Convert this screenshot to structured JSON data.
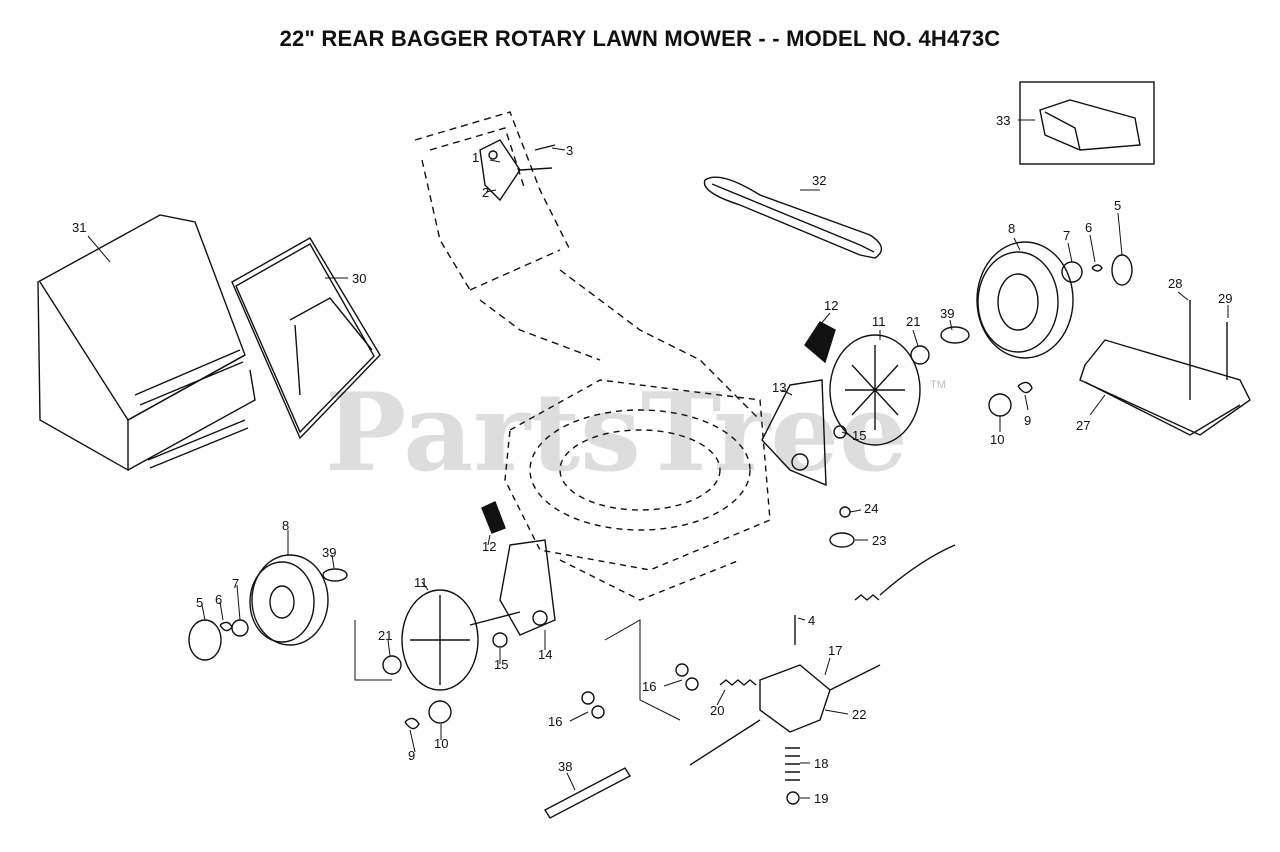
{
  "title": "22\" REAR BAGGER ROTARY LAWN MOWER - - MODEL NO. 4H473C",
  "watermark": "PartsTree",
  "watermark_tm": "TM",
  "callouts": [
    {
      "id": "c1",
      "text": "1"
    },
    {
      "id": "c2",
      "text": "2"
    },
    {
      "id": "c3",
      "text": "3"
    },
    {
      "id": "c4",
      "text": "4"
    },
    {
      "id": "c5a",
      "text": "5"
    },
    {
      "id": "c5b",
      "text": "5"
    },
    {
      "id": "c6a",
      "text": "6"
    },
    {
      "id": "c6b",
      "text": "6"
    },
    {
      "id": "c7a",
      "text": "7"
    },
    {
      "id": "c7b",
      "text": "7"
    },
    {
      "id": "c8a",
      "text": "8"
    },
    {
      "id": "c8b",
      "text": "8"
    },
    {
      "id": "c9a",
      "text": "9"
    },
    {
      "id": "c9b",
      "text": "9"
    },
    {
      "id": "c10a",
      "text": "10"
    },
    {
      "id": "c10b",
      "text": "10"
    },
    {
      "id": "c11a",
      "text": "11"
    },
    {
      "id": "c11b",
      "text": "11"
    },
    {
      "id": "c12a",
      "text": "12"
    },
    {
      "id": "c12b",
      "text": "12"
    },
    {
      "id": "c13",
      "text": "13"
    },
    {
      "id": "c14",
      "text": "14"
    },
    {
      "id": "c15a",
      "text": "15"
    },
    {
      "id": "c15b",
      "text": "15"
    },
    {
      "id": "c16a",
      "text": "16"
    },
    {
      "id": "c16b",
      "text": "16"
    },
    {
      "id": "c17",
      "text": "17"
    },
    {
      "id": "c18",
      "text": "18"
    },
    {
      "id": "c19",
      "text": "19"
    },
    {
      "id": "c20",
      "text": "20"
    },
    {
      "id": "c21a",
      "text": "21"
    },
    {
      "id": "c21b",
      "text": "21"
    },
    {
      "id": "c22",
      "text": "22"
    },
    {
      "id": "c23",
      "text": "23"
    },
    {
      "id": "c24",
      "text": "24"
    },
    {
      "id": "c27",
      "text": "27"
    },
    {
      "id": "c28",
      "text": "28"
    },
    {
      "id": "c29",
      "text": "29"
    },
    {
      "id": "c30",
      "text": "30"
    },
    {
      "id": "c31",
      "text": "31"
    },
    {
      "id": "c32",
      "text": "32"
    },
    {
      "id": "c33",
      "text": "33"
    },
    {
      "id": "c38",
      "text": "38"
    },
    {
      "id": "c39a",
      "text": "39"
    },
    {
      "id": "c39b",
      "text": "39"
    }
  ]
}
